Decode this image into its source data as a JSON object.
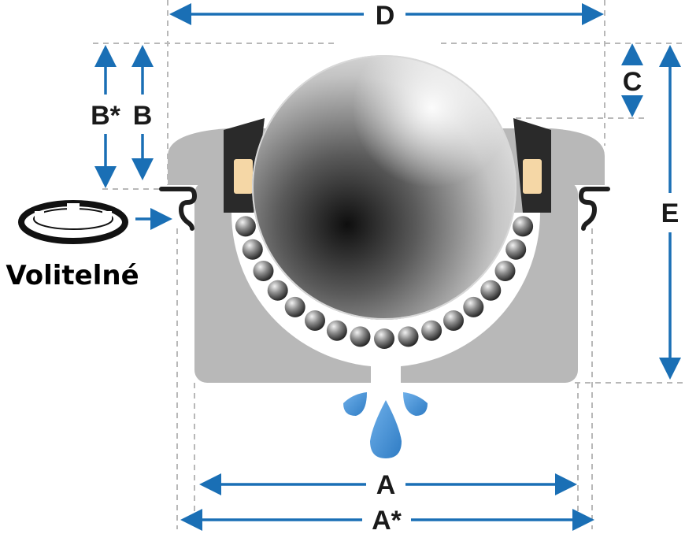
{
  "labels": {
    "D": "D",
    "B_star": "B*",
    "B": "B",
    "C": "C",
    "E": "E",
    "A": "A",
    "A_star": "A*",
    "optional": "Volitelné"
  },
  "colors": {
    "arrow": "#1a6fb5",
    "housing": "#b8b8b8",
    "seal": "#2a2a2a",
    "felt": "#f5d7a6",
    "droplet": "#3f8fd6",
    "guide": "#b8b8b8"
  },
  "icons": {
    "ball": "main-ball",
    "support_balls": "support-ball",
    "optional_ring": "circlip-ring-icon",
    "droplets": "water-drop-icon"
  }
}
